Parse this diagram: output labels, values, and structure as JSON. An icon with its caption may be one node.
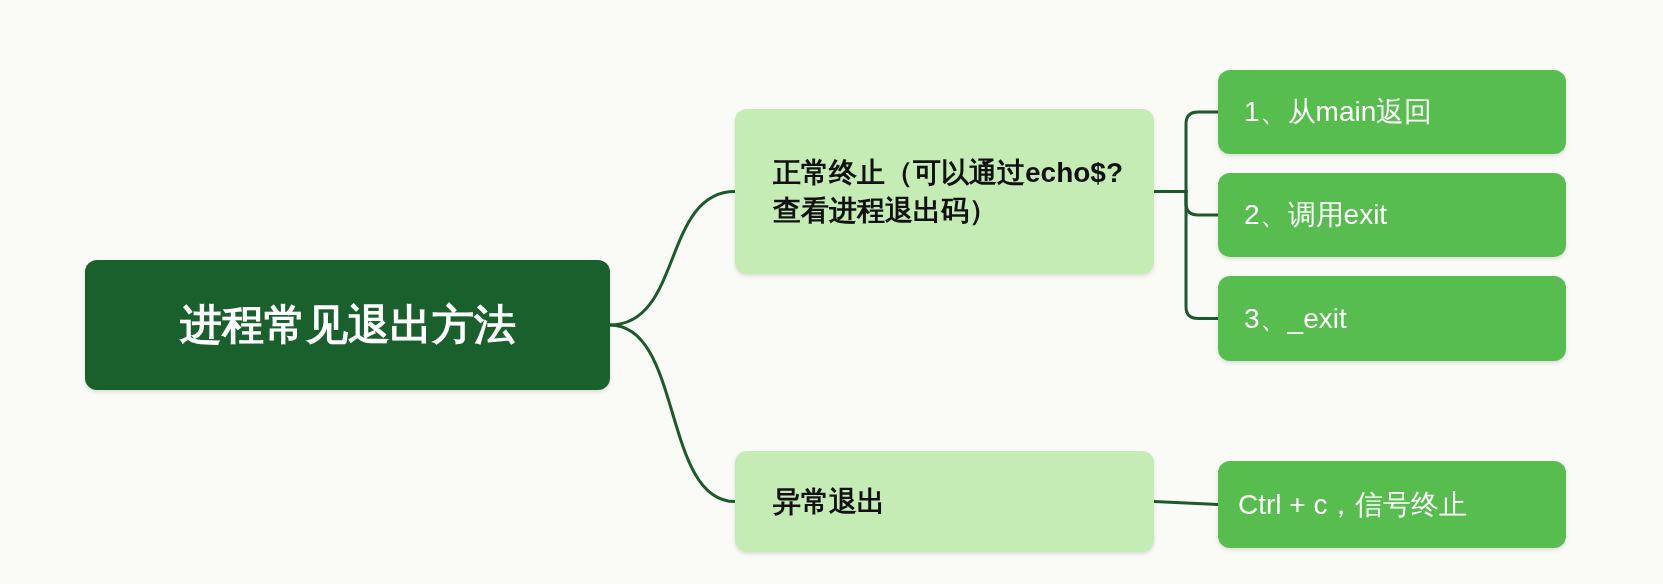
{
  "diagram": {
    "nodes": [
      {
        "text": [
          "进程常见退出方法"
        ]
      },
      {
        "text": [
          "正常终止（可以通过echo$?查看进程退出码）"
        ]
      },
      {
        "text": [
          "异常退出"
        ]
      },
      {
        "text": [
          "1、从main返回"
        ]
      },
      {
        "text": [
          "2、调用exit"
        ]
      },
      {
        "text": [
          "3、_exit"
        ]
      },
      {
        "text": [
          "Ctrl + c，信号终止"
        ]
      }
    ],
    "edges": [
      {
        "from": 0,
        "to": 1,
        "arrow": "none"
      },
      {
        "from": 0,
        "to": 2,
        "arrow": "none"
      },
      {
        "from": 1,
        "to": 3,
        "arrow": "none"
      },
      {
        "from": 1,
        "to": 4,
        "arrow": "none"
      },
      {
        "from": 1,
        "to": 5,
        "arrow": "none"
      },
      {
        "from": 2,
        "to": 6,
        "arrow": "none"
      }
    ]
  }
}
